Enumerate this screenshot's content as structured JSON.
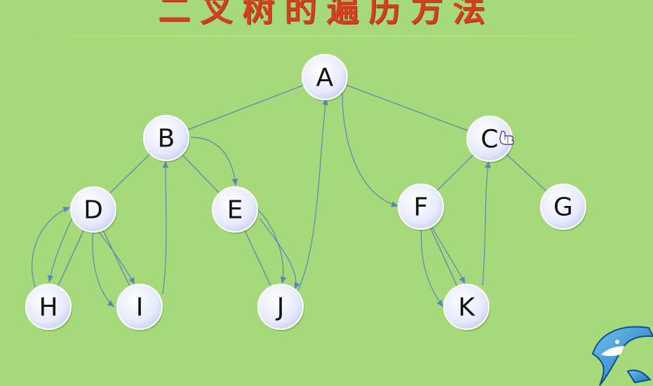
{
  "title": "二叉树的遍历方法",
  "colors": {
    "background": "#a6d97a",
    "title": "#d2411f",
    "edge": "#5a86b8",
    "node_fill": "#e6eafc",
    "node_stroke": "#ffffff"
  },
  "nodes": [
    {
      "id": "A",
      "label": "A"
    },
    {
      "id": "B",
      "label": "B"
    },
    {
      "id": "C",
      "label": "C"
    },
    {
      "id": "D",
      "label": "D"
    },
    {
      "id": "E",
      "label": "E"
    },
    {
      "id": "F",
      "label": "F"
    },
    {
      "id": "G",
      "label": "G"
    },
    {
      "id": "H",
      "label": "H"
    },
    {
      "id": "I",
      "label": "I"
    },
    {
      "id": "J",
      "label": "J"
    },
    {
      "id": "K",
      "label": "K"
    }
  ],
  "tree_edges": [
    [
      "A",
      "B"
    ],
    [
      "A",
      "C"
    ],
    [
      "B",
      "D"
    ],
    [
      "B",
      "E"
    ],
    [
      "C",
      "F"
    ],
    [
      "C",
      "G"
    ],
    [
      "D",
      "H"
    ],
    [
      "D",
      "I"
    ],
    [
      "E",
      "J"
    ],
    [
      "F",
      "K"
    ]
  ],
  "traversal_arrows": [
    [
      "B",
      "E"
    ],
    [
      "D",
      "H"
    ],
    [
      "H",
      "D"
    ],
    [
      "D",
      "I"
    ],
    [
      "D",
      "I"
    ],
    [
      "I",
      "B"
    ],
    [
      "E",
      "J"
    ],
    [
      "E",
      "J"
    ],
    [
      "J",
      "A"
    ],
    [
      "A",
      "F"
    ],
    [
      "F",
      "K"
    ],
    [
      "F",
      "K"
    ],
    [
      "K",
      "C"
    ]
  ],
  "icons": [
    "pointer-hand-icon",
    "shark-logo-icon"
  ]
}
